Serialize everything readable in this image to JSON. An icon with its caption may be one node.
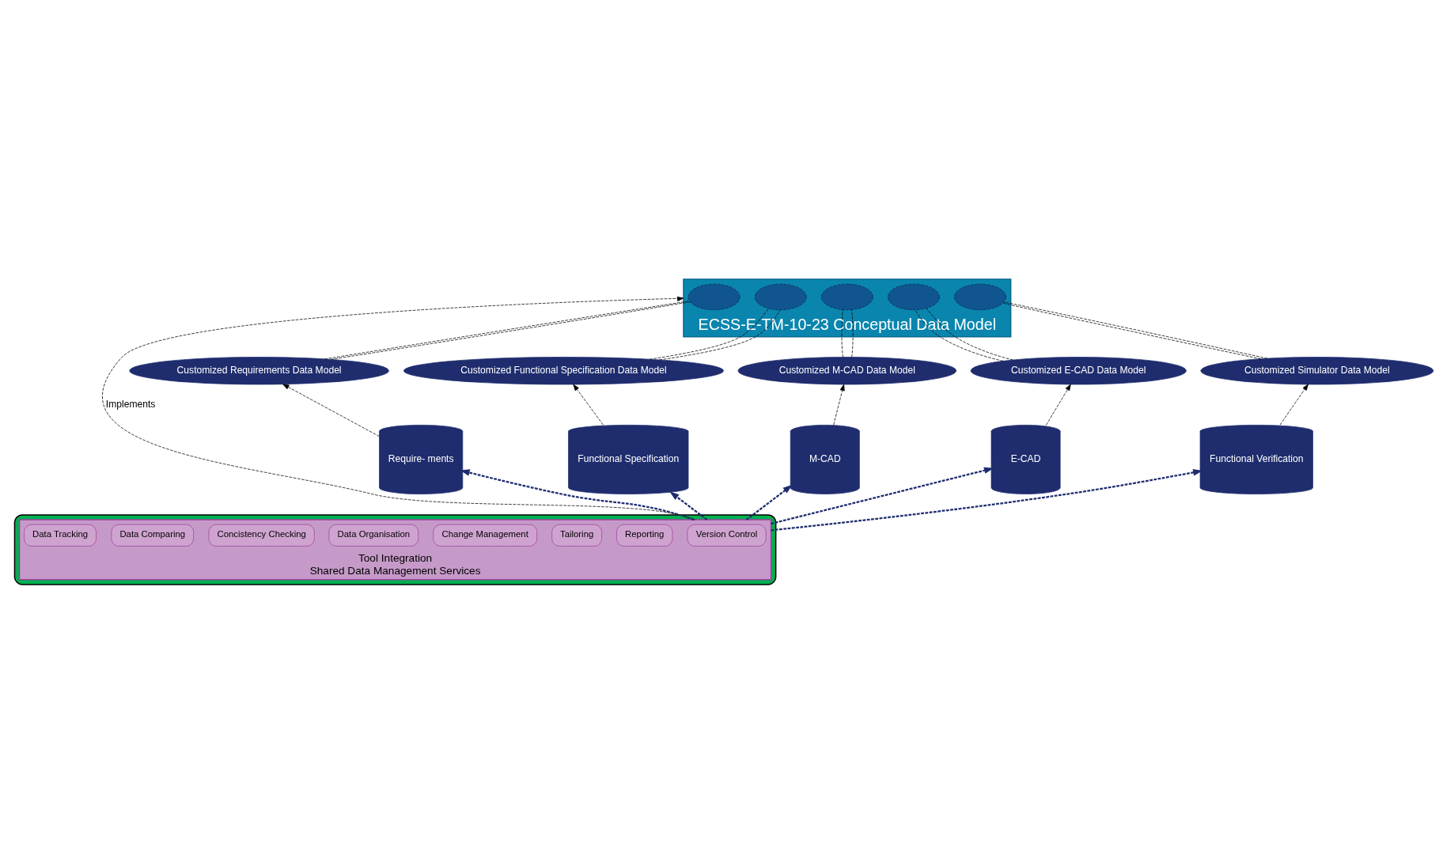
{
  "diagram": {
    "nodes": [
      {
        "text": [
          "ECSS-E-TM-10-23 Conceptual Data Model"
        ]
      },
      {
        "text": [],
        "shape": "cloud",
        "in": 0
      },
      {
        "text": [],
        "shape": "cloud",
        "in": 0
      },
      {
        "text": [],
        "shape": "cloud",
        "in": 0
      },
      {
        "text": [],
        "shape": "cloud",
        "in": 0
      },
      {
        "text": [],
        "shape": "cloud",
        "in": 0
      },
      {
        "text": [
          "Customized Requirements Data Model"
        ]
      },
      {
        "text": [
          "Customized Functional Specification Data Model"
        ]
      },
      {
        "text": [
          "Customized M-CAD Data Model"
        ]
      },
      {
        "text": [
          "Customized E-CAD Data Model"
        ]
      },
      {
        "text": [
          "Customized Simulator Data Model"
        ]
      },
      {
        "text": [
          "Require- ments"
        ]
      },
      {
        "text": [
          "Functional Specification"
        ]
      },
      {
        "text": [
          "M-CAD"
        ]
      },
      {
        "text": [
          "E-CAD"
        ]
      },
      {
        "text": [
          "Functional Verification"
        ]
      },
      {
        "text": [],
        "shape": "cylinder"
      },
      {
        "text": [
          "Tool Integration",
          "Shared Data Management Services"
        ],
        "in": 16
      },
      {
        "text": [
          "Version Control"
        ],
        "in": 17
      },
      {
        "text": [
          "Reporting"
        ],
        "in": 17
      },
      {
        "text": [
          "Tailoring"
        ],
        "in": 17
      },
      {
        "text": [
          "Change Management"
        ],
        "in": 17
      },
      {
        "text": [
          "Data Organisation"
        ],
        "in": 17
      },
      {
        "text": [
          "Concistency Checking"
        ],
        "in": 17
      },
      {
        "text": [
          "Data Comparing"
        ],
        "in": 17
      },
      {
        "text": [
          "Data Tracking"
        ],
        "in": 17
      }
    ],
    "edges": [
      {
        "from": 6,
        "to": 1,
        "arrow": "none",
        "style": "dashed"
      },
      {
        "from": 6,
        "to": 1,
        "arrow": "none",
        "style": "dashed"
      },
      {
        "from": 7,
        "to": 2,
        "arrow": "none",
        "style": "dashed"
      },
      {
        "from": 7,
        "to": 2,
        "arrow": "none",
        "style": "dashed"
      },
      {
        "from": 8,
        "to": 3,
        "arrow": "none",
        "style": "dashed"
      },
      {
        "from": 8,
        "to": 3,
        "arrow": "none",
        "style": "dashed"
      },
      {
        "from": 9,
        "to": 4,
        "arrow": "none",
        "style": "dashed"
      },
      {
        "from": 9,
        "to": 4,
        "arrow": "none",
        "style": "dashed"
      },
      {
        "from": 10,
        "to": 5,
        "arrow": "none",
        "style": "dashed"
      },
      {
        "from": 10,
        "to": 5,
        "arrow": "none",
        "style": "dashed"
      },
      {
        "from": 11,
        "to": 6,
        "arrow": "to",
        "style": "dashed"
      },
      {
        "from": 12,
        "to": 7,
        "arrow": "to",
        "style": "dashed"
      },
      {
        "from": 13,
        "to": 8,
        "arrow": "to",
        "style": "dashed"
      },
      {
        "from": 14,
        "to": 9,
        "arrow": "to",
        "style": "dashed"
      },
      {
        "from": 15,
        "to": 10,
        "arrow": "to",
        "style": "dashed"
      },
      {
        "from": 17,
        "to": 0,
        "arrow": "to",
        "style": "dashed",
        "label": "Implements"
      },
      {
        "from": 17,
        "to": 11,
        "arrow": "to",
        "style": "dashed",
        "color": "#1f2d6e"
      },
      {
        "from": 17,
        "to": 12,
        "arrow": "to",
        "style": "dashed",
        "color": "#1f2d6e"
      },
      {
        "from": 17,
        "to": 13,
        "arrow": "to",
        "style": "dashed",
        "color": "#1f2d6e"
      },
      {
        "from": 17,
        "to": 14,
        "arrow": "to",
        "style": "dashed",
        "color": "#1f2d6e"
      },
      {
        "from": 17,
        "to": 15,
        "arrow": "to",
        "style": "dashed",
        "color": "#1f2d6e"
      }
    ]
  }
}
